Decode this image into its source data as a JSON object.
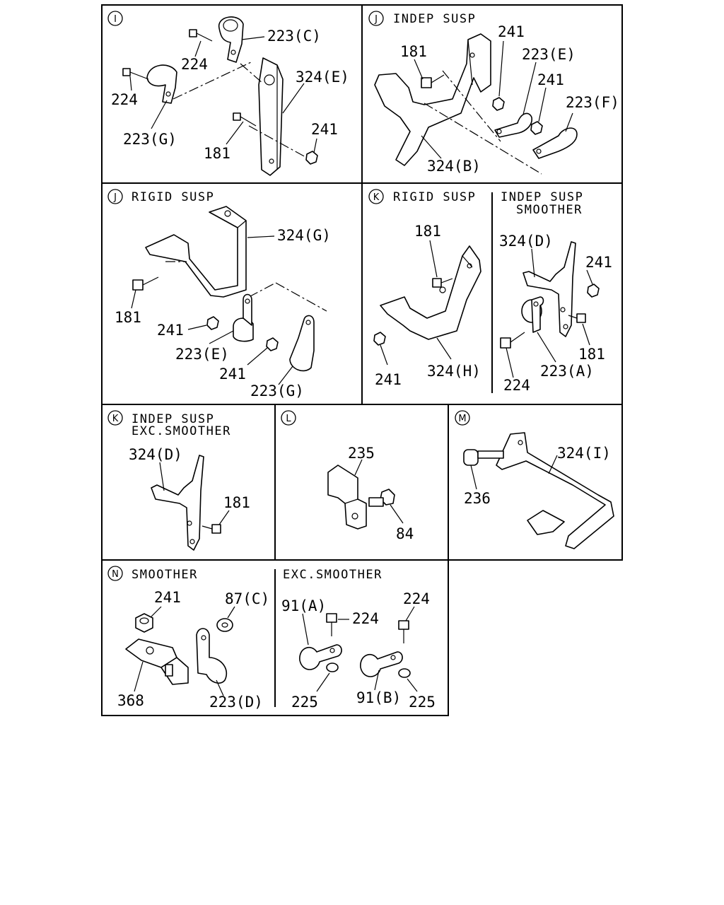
{
  "panels": {
    "I": {
      "marker": "I",
      "heading": "",
      "labels": [
        "223(C)",
        "224",
        "324(E)",
        "224",
        "223(G)",
        "241",
        "181"
      ]
    },
    "J_indep": {
      "marker": "J",
      "heading": "INDEP SUSP",
      "labels": [
        "241",
        "181",
        "223(E)",
        "241",
        "223(F)",
        "324(B)"
      ]
    },
    "J_rigid": {
      "marker": "J",
      "heading": "RIGID SUSP",
      "labels": [
        "324(G)",
        "181",
        "241",
        "223(E)",
        "241",
        "223(G)"
      ]
    },
    "K_rigid": {
      "marker": "K",
      "heading": "RIGID SUSP",
      "labels": [
        "181",
        "241",
        "324(H)"
      ]
    },
    "K_indep_smoother": {
      "heading_line1": "INDEP SUSP",
      "heading_line2": "SMOOTHER",
      "labels": [
        "324(D)",
        "241",
        "181",
        "224",
        "223(A)"
      ]
    },
    "K_indep_exc": {
      "marker": "K",
      "heading_line1": "INDEP SUSP",
      "heading_line2": "EXC.SMOOTHER",
      "labels": [
        "324(D)",
        "181"
      ]
    },
    "L": {
      "marker": "L",
      "labels": [
        "235",
        "84"
      ]
    },
    "M": {
      "marker": "M",
      "labels": [
        "324(I)",
        "236"
      ]
    },
    "N_smoother": {
      "marker": "N",
      "heading": "SMOOTHER",
      "labels": [
        "241",
        "87(C)",
        "368",
        "223(D)"
      ]
    },
    "N_exc": {
      "heading": "EXC.SMOOTHER",
      "labels": [
        "91(A)",
        "224",
        "224",
        "225",
        "91(B)",
        "225"
      ]
    }
  }
}
